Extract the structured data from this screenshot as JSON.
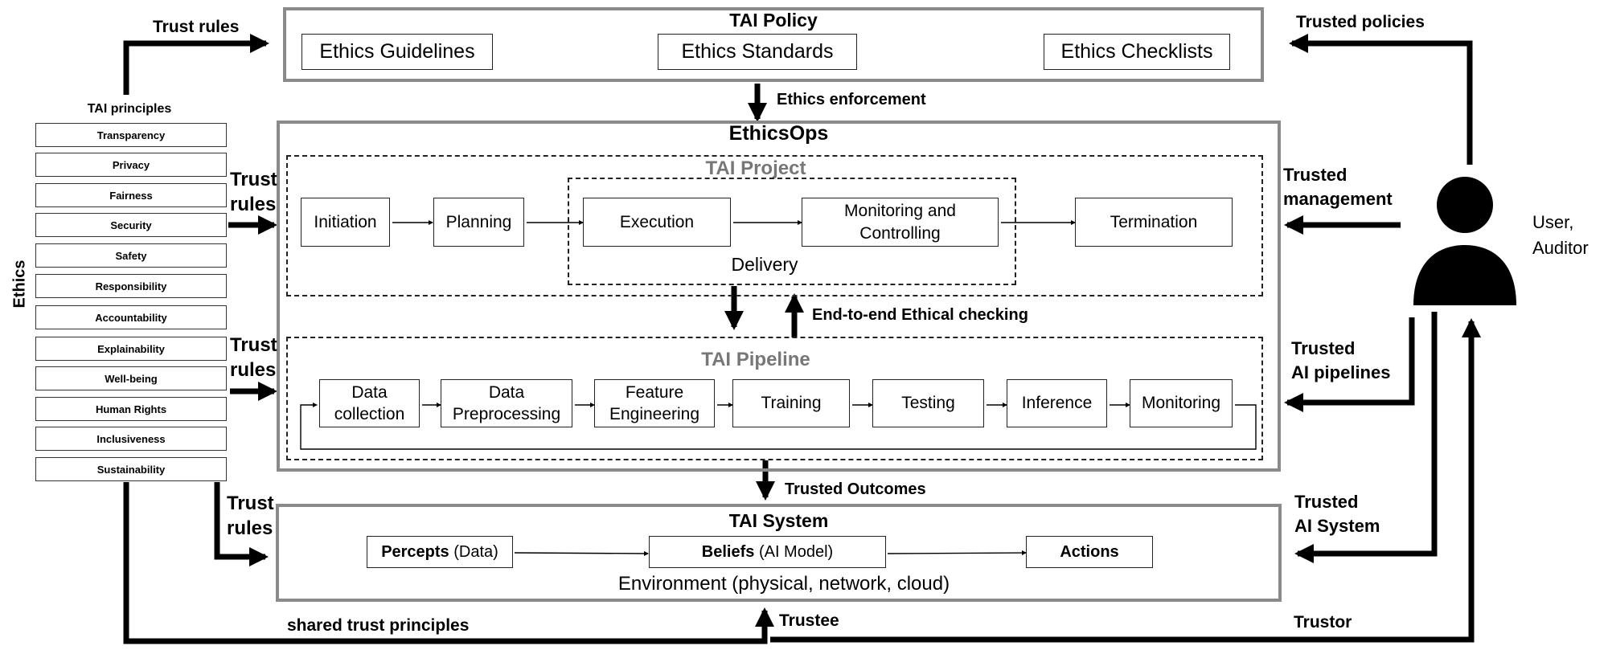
{
  "policy": {
    "title": "TAI Policy",
    "items": [
      "Ethics Guidelines",
      "Ethics Standards",
      "Ethics Checklists"
    ]
  },
  "ethicsops": {
    "title": "EthicsOps",
    "project": {
      "title": "TAI Project",
      "stages": [
        "Initiation",
        "Planning",
        "Execution",
        "Monitoring and Controlling",
        "Termination"
      ],
      "delivery": "Delivery"
    },
    "pipeline": {
      "title": "TAI Pipeline",
      "stages": [
        "Data collection",
        "Data Preprocessing",
        "Feature Engineering",
        "Training",
        "Testing",
        "Inference",
        "Monitoring"
      ]
    }
  },
  "system": {
    "title": "TAI System",
    "percepts": {
      "bold": "Percepts",
      "rest": " (Data)"
    },
    "beliefs": {
      "bold": "Beliefs",
      "rest": " (AI Model)"
    },
    "actions": "Actions",
    "environment": "Environment (physical, network, cloud)"
  },
  "principles": {
    "title": "TAI principles",
    "items": [
      "Transparency",
      "Privacy",
      "Fairness",
      "Security",
      "Safety",
      "Responsibility",
      "Accountability",
      "Explainability",
      "Well-being",
      "Human Rights",
      "Inclusiveness",
      "Sustainability"
    ]
  },
  "labels": {
    "ethics": "Ethics",
    "trust_rules": "Trust rules",
    "trust_rules_stacked": "Trust\nrules",
    "ethics_enforcement": "Ethics enforcement",
    "end_to_end": "End-to-end Ethical checking",
    "trusted_outcomes": "Trusted Outcomes",
    "shared_trust_principles": "shared trust principles",
    "trustee": "Trustee",
    "trustor": "Trustor",
    "trusted_policies": "Trusted policies",
    "trusted_management": "Trusted\nmanagement",
    "trusted_ai_pipelines": "Trusted\nAI pipelines",
    "trusted_ai_system": "Trusted\nAI System",
    "user_auditor": "User,\nAuditor"
  },
  "icons": {
    "user": "person-icon"
  }
}
